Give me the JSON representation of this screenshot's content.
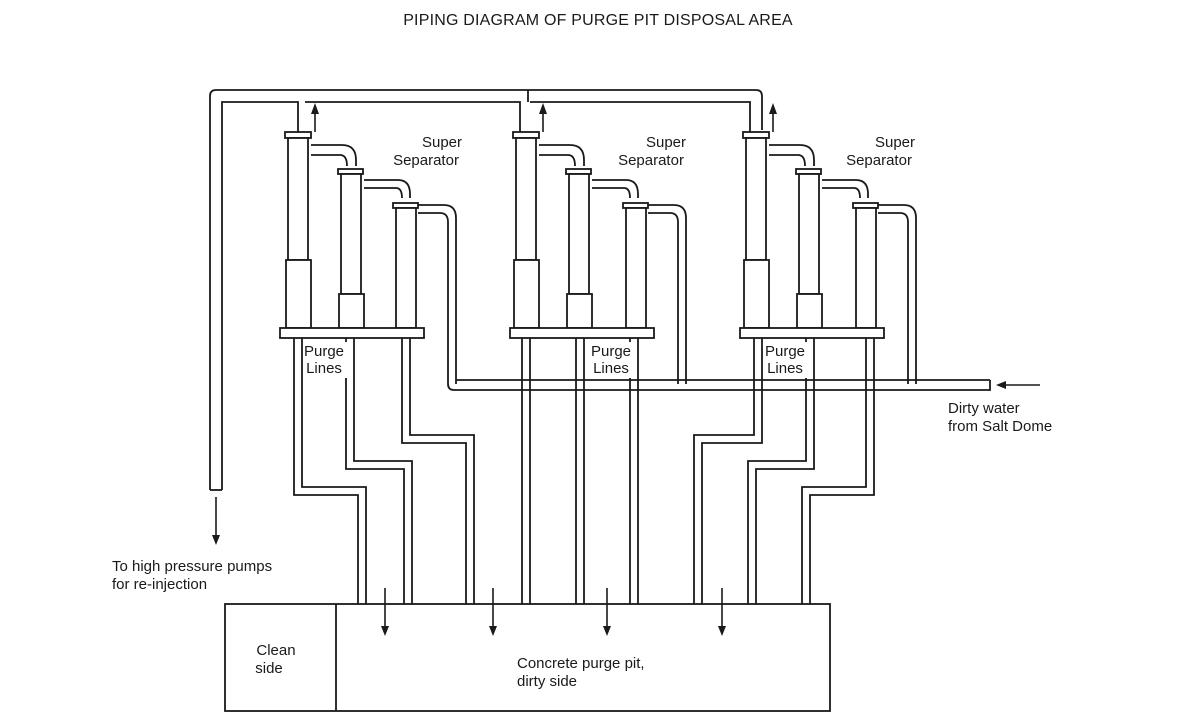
{
  "title": "PIPING DIAGRAM OF PURGE PIT DISPOSAL AREA",
  "separators": [
    {
      "label_line1": "Super",
      "label_line2": "Separator",
      "purge_line1": "Purge",
      "purge_line2": "Lines"
    },
    {
      "label_line1": "Super",
      "label_line2": "Separator",
      "purge_line1": "Purge",
      "purge_line2": "Lines"
    },
    {
      "label_line1": "Super",
      "label_line2": "Separator",
      "purge_line1": "Purge",
      "purge_line2": "Lines"
    }
  ],
  "inlet": {
    "line1": "Dirty water",
    "line2": "from Salt Dome"
  },
  "outlet": {
    "line1": "To high pressure pumps",
    "line2": "for re-injection"
  },
  "pit": {
    "clean_line1": "Clean",
    "clean_line2": "side",
    "dirty_line1": "Concrete purge pit,",
    "dirty_line2": "dirty side"
  },
  "colors": {
    "line": "#1a1a1a",
    "background": "#ffffff"
  }
}
